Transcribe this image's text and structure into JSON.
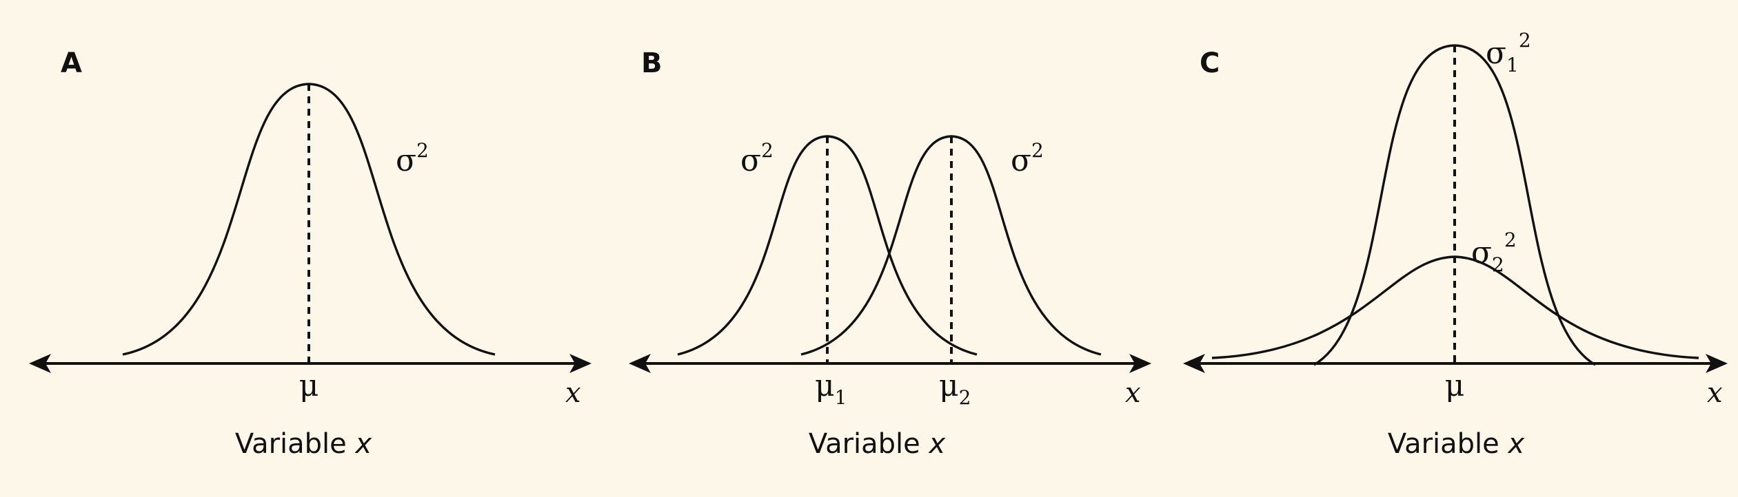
{
  "background_color": "#fdf7ea",
  "stroke_color": "#111111",
  "panels": {
    "A": {
      "letter": "A",
      "sigma": "σ",
      "sigma_sup": "2",
      "mu": "μ",
      "x_label": "x",
      "caption_main": "Variable ",
      "caption_var": "x"
    },
    "B": {
      "letter": "B",
      "sigma_left": "σ",
      "sigma_left_sup": "2",
      "sigma_right": "σ",
      "sigma_right_sup": "2",
      "mu": "μ",
      "mu1_sub": "1",
      "mu2_sub": "2",
      "x_label": "x",
      "caption_main": "Variable ",
      "caption_var": "x"
    },
    "C": {
      "letter": "C",
      "sigma": "σ",
      "sigma1_sub": "1",
      "sigma1_sup": "2",
      "sigma2_sub": "2",
      "sigma2_sup": "2",
      "mu": "μ",
      "x_label": "x",
      "caption_main": "Variable ",
      "caption_var": "x"
    }
  }
}
